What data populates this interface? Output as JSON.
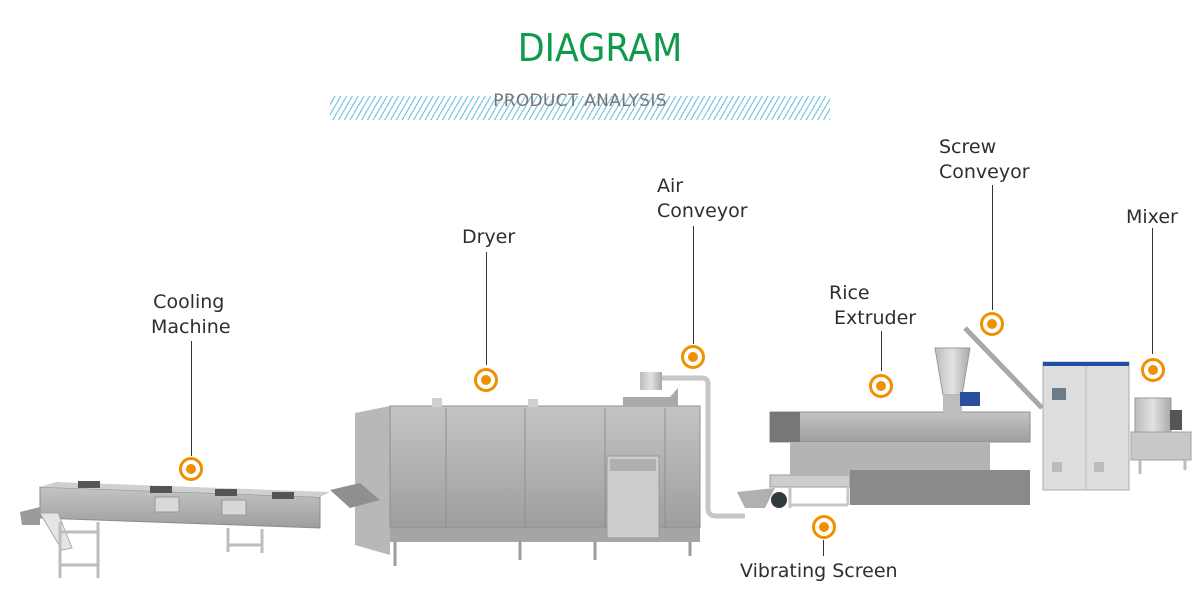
{
  "header": {
    "title": "DIAGRAM",
    "subtitle": "PRODUCT ANALYSIS"
  },
  "colors": {
    "title": "#0d9a4a",
    "subtitle": "#777777",
    "hatch": "#7fc4e0",
    "marker": "#f08f00",
    "label": "#2e2e2e",
    "steel": "#a9a9a9"
  },
  "components": [
    {
      "id": "cooling-machine",
      "lines": [
        "Cooling",
        "Machine"
      ]
    },
    {
      "id": "dryer",
      "lines": [
        "Dryer"
      ]
    },
    {
      "id": "air-conveyor",
      "lines": [
        "Air",
        "Conveyor"
      ]
    },
    {
      "id": "rice-extruder",
      "lines": [
        "Rice",
        "Extruder"
      ]
    },
    {
      "id": "screw-conveyor",
      "lines": [
        "Screw",
        "Conveyor"
      ]
    },
    {
      "id": "mixer",
      "lines": [
        "Mixer"
      ]
    },
    {
      "id": "vibrating-screen",
      "lines": [
        "Vibrating Screen"
      ]
    }
  ]
}
